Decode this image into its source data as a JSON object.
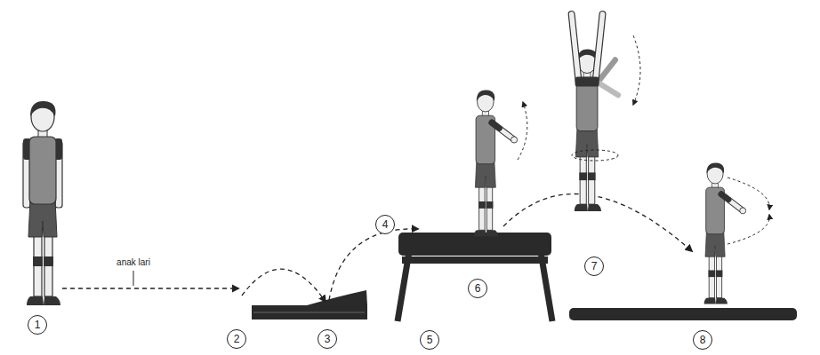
{
  "diagram": {
    "labels": [
      "anak lari",
      "1",
      "2",
      "3",
      "4",
      "5",
      "6",
      "7",
      "8"
    ]
  }
}
